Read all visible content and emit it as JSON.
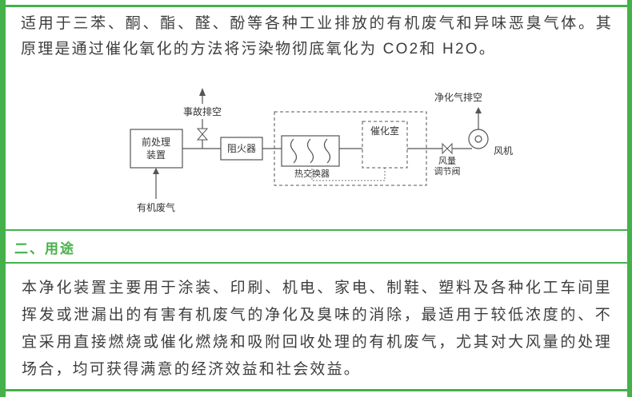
{
  "theme": {
    "accent": "#45b14a",
    "text": "#3e3e3e",
    "diagram_line": "#555555"
  },
  "intro": {
    "text": "适用于三苯、酮、酯、醛、酚等各种工业排放的有机废气和异味恶臭气体。其原理是通过催化氧化的方法将污染物彻底氧化为 CO2和 H2O。"
  },
  "section": {
    "heading": "二、用途"
  },
  "usage": {
    "text": "本净化装置主要用于涂装、印刷、机电、家电、制鞋、塑料及各种化工车间里挥发或泄漏出的有害有机废气的净化及臭味的消除，最适用于较低浓度的、不宜采用直接燃烧或催化燃烧和吸附回收处理的有机废气，尤其对大风量的处理场合，均可获得满意的经济效益和社会效益。"
  },
  "diagram": {
    "accident_vent": "事故排空",
    "pretreatment_line1": "前处理",
    "pretreatment_line2": "装置",
    "organic_gas": "有机废气",
    "flame_arrester": "阻火器",
    "heat_exchanger": "热交换器",
    "catalytic_chamber": "催化室",
    "purified_vent": "净化气排空",
    "valve_line1": "风量",
    "valve_line2": "调节阀",
    "fan": "风机"
  }
}
